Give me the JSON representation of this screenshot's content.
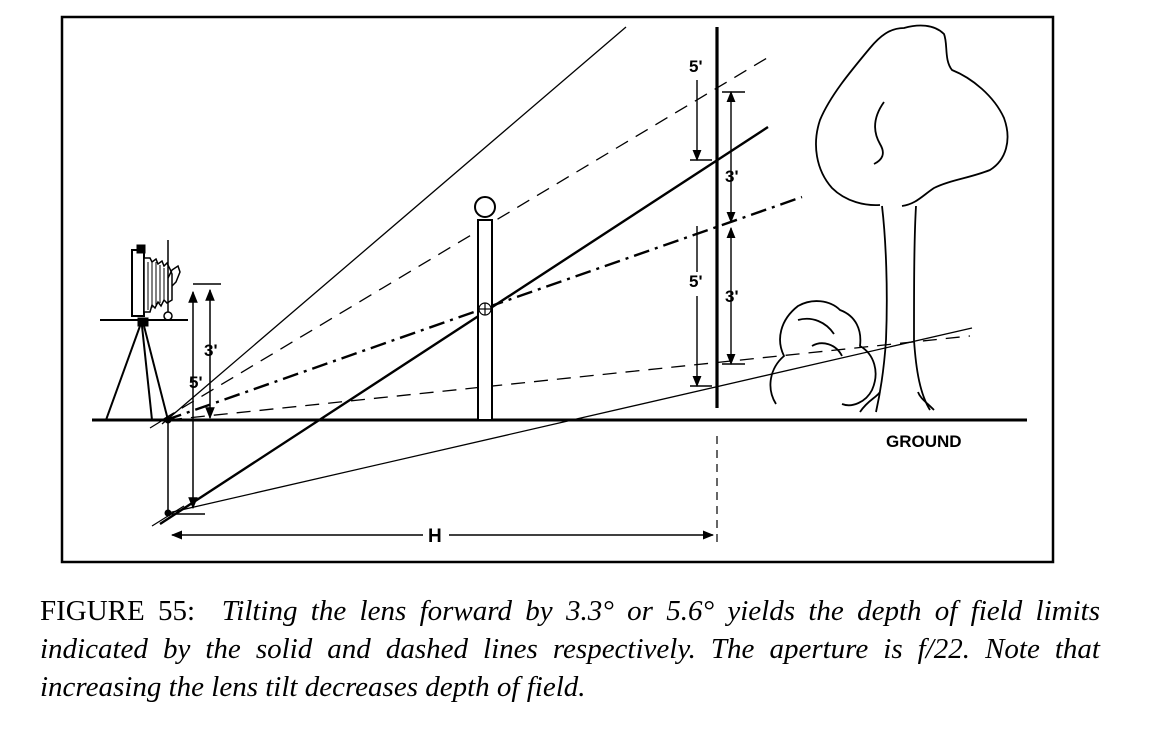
{
  "figure": {
    "ground_label": "GROUND",
    "h_label": "H",
    "dims": {
      "cam_3": "3'",
      "cam_5": "5'",
      "far_top_5": "5'",
      "far_mid_5": "5'",
      "far_top_3": "3'",
      "far_mid_3": "3'"
    }
  },
  "caption": {
    "label": "FIGURE 55:",
    "text": "Tilting the lens forward by 3.3° or 5.6° yields the depth of field limits indicated by the solid and dashed lines respectively. The aperture is f/22. Note that increasing the lens tilt decreases depth of field."
  }
}
